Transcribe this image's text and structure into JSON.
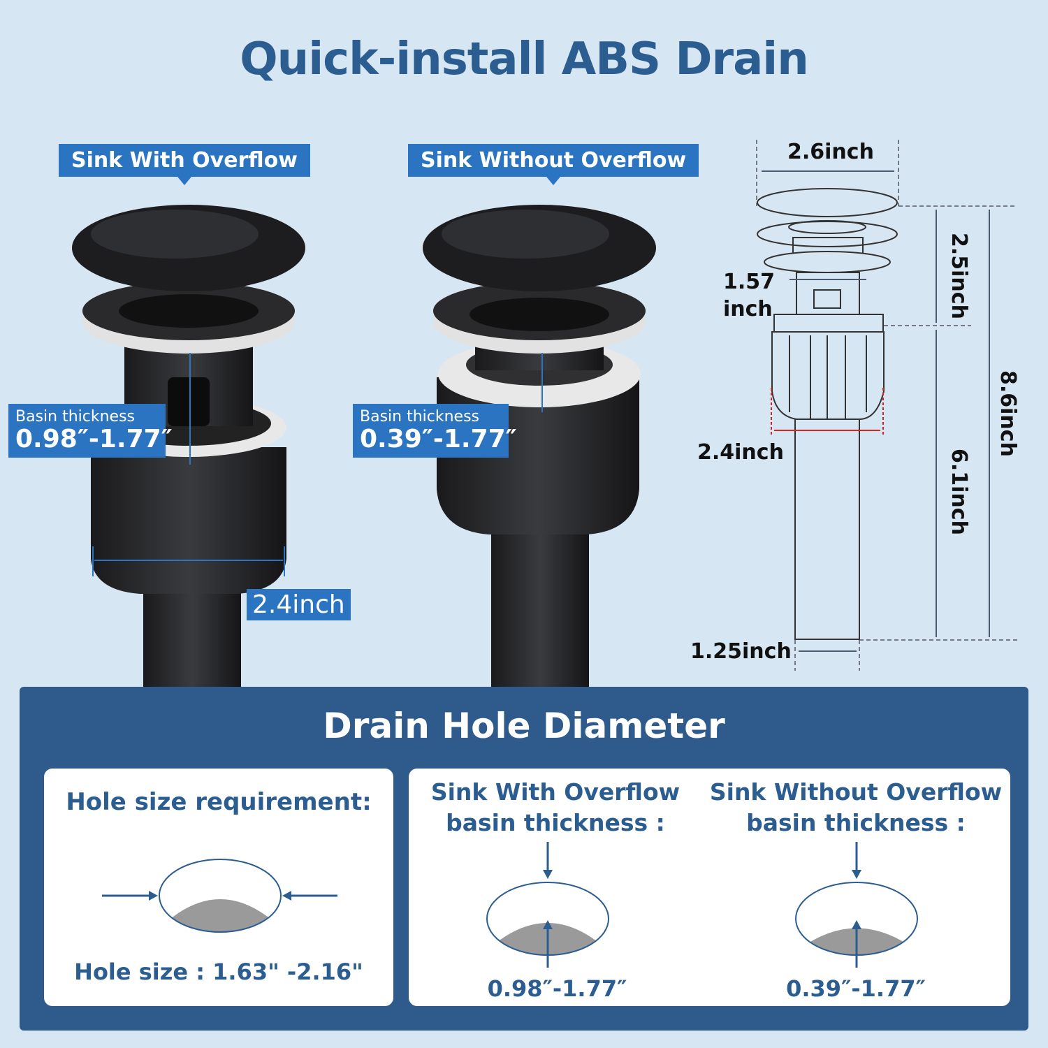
{
  "title": "Quick-install ABS Drain",
  "left_drain": {
    "tag": "Sink With Overflow",
    "basin_label": "Basin thickness",
    "basin_value": "0.98″-1.77″",
    "width_label": "2.4inch"
  },
  "right_drain": {
    "tag": "Sink Without Overflow",
    "basin_label": "Basin thickness",
    "basin_value": "0.39″-1.77″"
  },
  "dimensions": {
    "cap_width": "2.6inch",
    "inner_width_1": "1.57",
    "inner_width_2": "inch",
    "top_height": "2.5inch",
    "nut_width": "2.4inch",
    "pipe_height": "6.1inch",
    "total_height": "8.6inch",
    "pipe_width": "1.25inch"
  },
  "panel": {
    "title": "Drain Hole Diameter",
    "hole": {
      "heading": "Hole size requirement:",
      "size": "Hole size :  1.63\" -2.16\""
    },
    "with_overflow": {
      "line1": "Sink With Overflow",
      "line2": "basin thickness :",
      "value": "0.98″-1.77″"
    },
    "without_overflow": {
      "line1": "Sink Without Overflow",
      "line2": "basin thickness :",
      "value": "0.39″-1.77″"
    }
  },
  "colors": {
    "background": "#d7e6f3",
    "accent": "#2b74c2",
    "navy": "#2f5a8c",
    "title": "#2c5d91"
  }
}
